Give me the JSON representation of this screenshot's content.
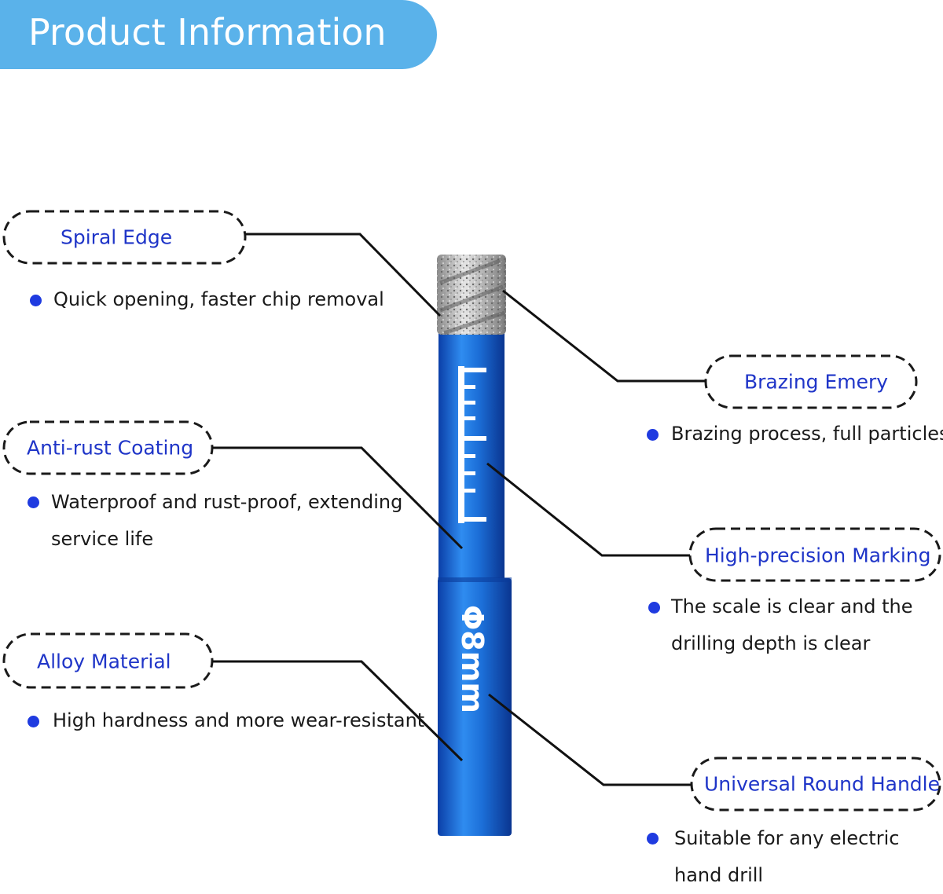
{
  "header": {
    "title": "Product Information"
  },
  "product": {
    "size_marking": "Φ8mm"
  },
  "features": {
    "spiral_edge": {
      "label": "Spiral Edge",
      "desc": [
        "Quick opening, faster chip removal"
      ]
    },
    "anti_rust": {
      "label": "Anti-rust Coating",
      "desc": [
        "Waterproof and rust-proof, extending",
        "service life"
      ]
    },
    "alloy": {
      "label": "Alloy Material",
      "desc": [
        "High hardness and more wear-resistant"
      ]
    },
    "brazing": {
      "label": "Brazing Emery",
      "desc": [
        "Brazing process, full particles"
      ]
    },
    "marking": {
      "label": "High-precision Marking",
      "desc": [
        "The scale is clear and the",
        "drilling depth is clear"
      ]
    },
    "handle": {
      "label": "Universal Round Handle",
      "desc": [
        "Suitable for any electric",
        "hand drill"
      ]
    }
  },
  "colors": {
    "accent_label": "#1f35c8",
    "bullet": "#1f3be0",
    "header_bg": "#5ab2ea",
    "drill_blue": "#1e74d8"
  }
}
